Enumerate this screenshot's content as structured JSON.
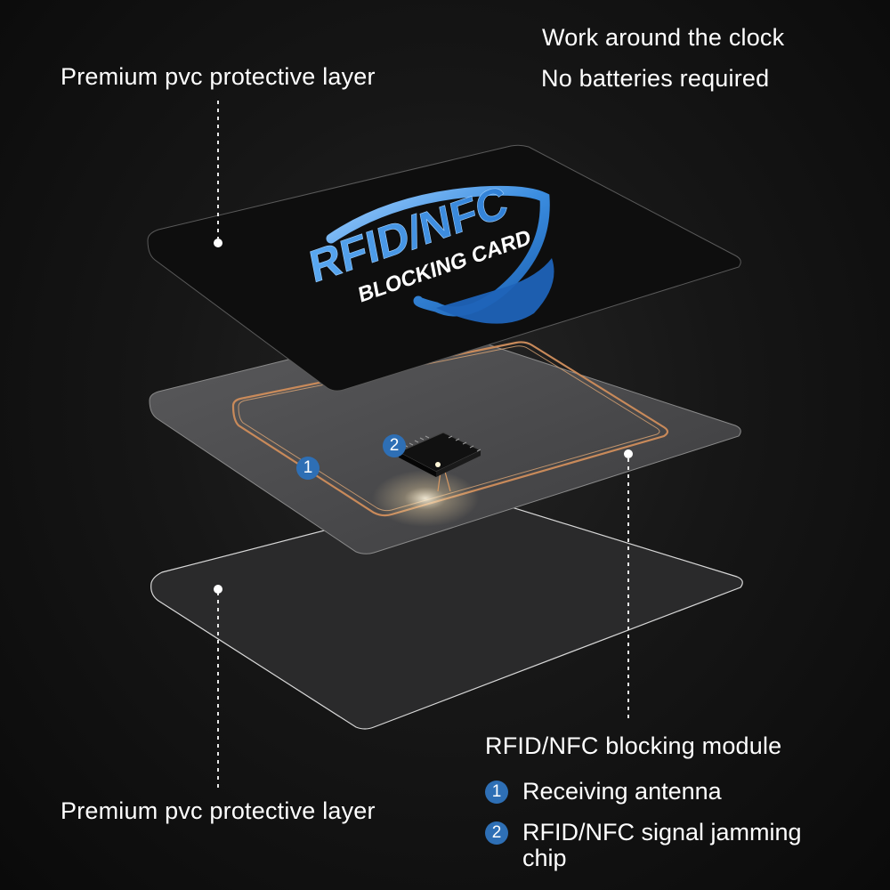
{
  "features": {
    "line1": "Work around the clock",
    "line2": "No batteries required"
  },
  "labels": {
    "top_layer": "Premium pvc protective layer",
    "bottom_layer": "Premium pvc protective layer",
    "module_title": "RFID/NFC blocking module"
  },
  "card_logo": {
    "title": "RFID/NFC",
    "subtitle": "BLOCKING CARD"
  },
  "legend": [
    {
      "number": "1",
      "label": "Receiving antenna"
    },
    {
      "number": "2",
      "label_line1": "RFID/NFC signal jamming",
      "label_line2": "chip"
    }
  ],
  "colors": {
    "accent_blue": "#2e6fb5",
    "antenna_copper": "#c98a5a",
    "card_black": "#0e0e0e",
    "middle_layer": "#4a4a4c",
    "bottom_layer": "#2b2b2c"
  },
  "icons": [
    "shield-icon",
    "chip-icon"
  ]
}
